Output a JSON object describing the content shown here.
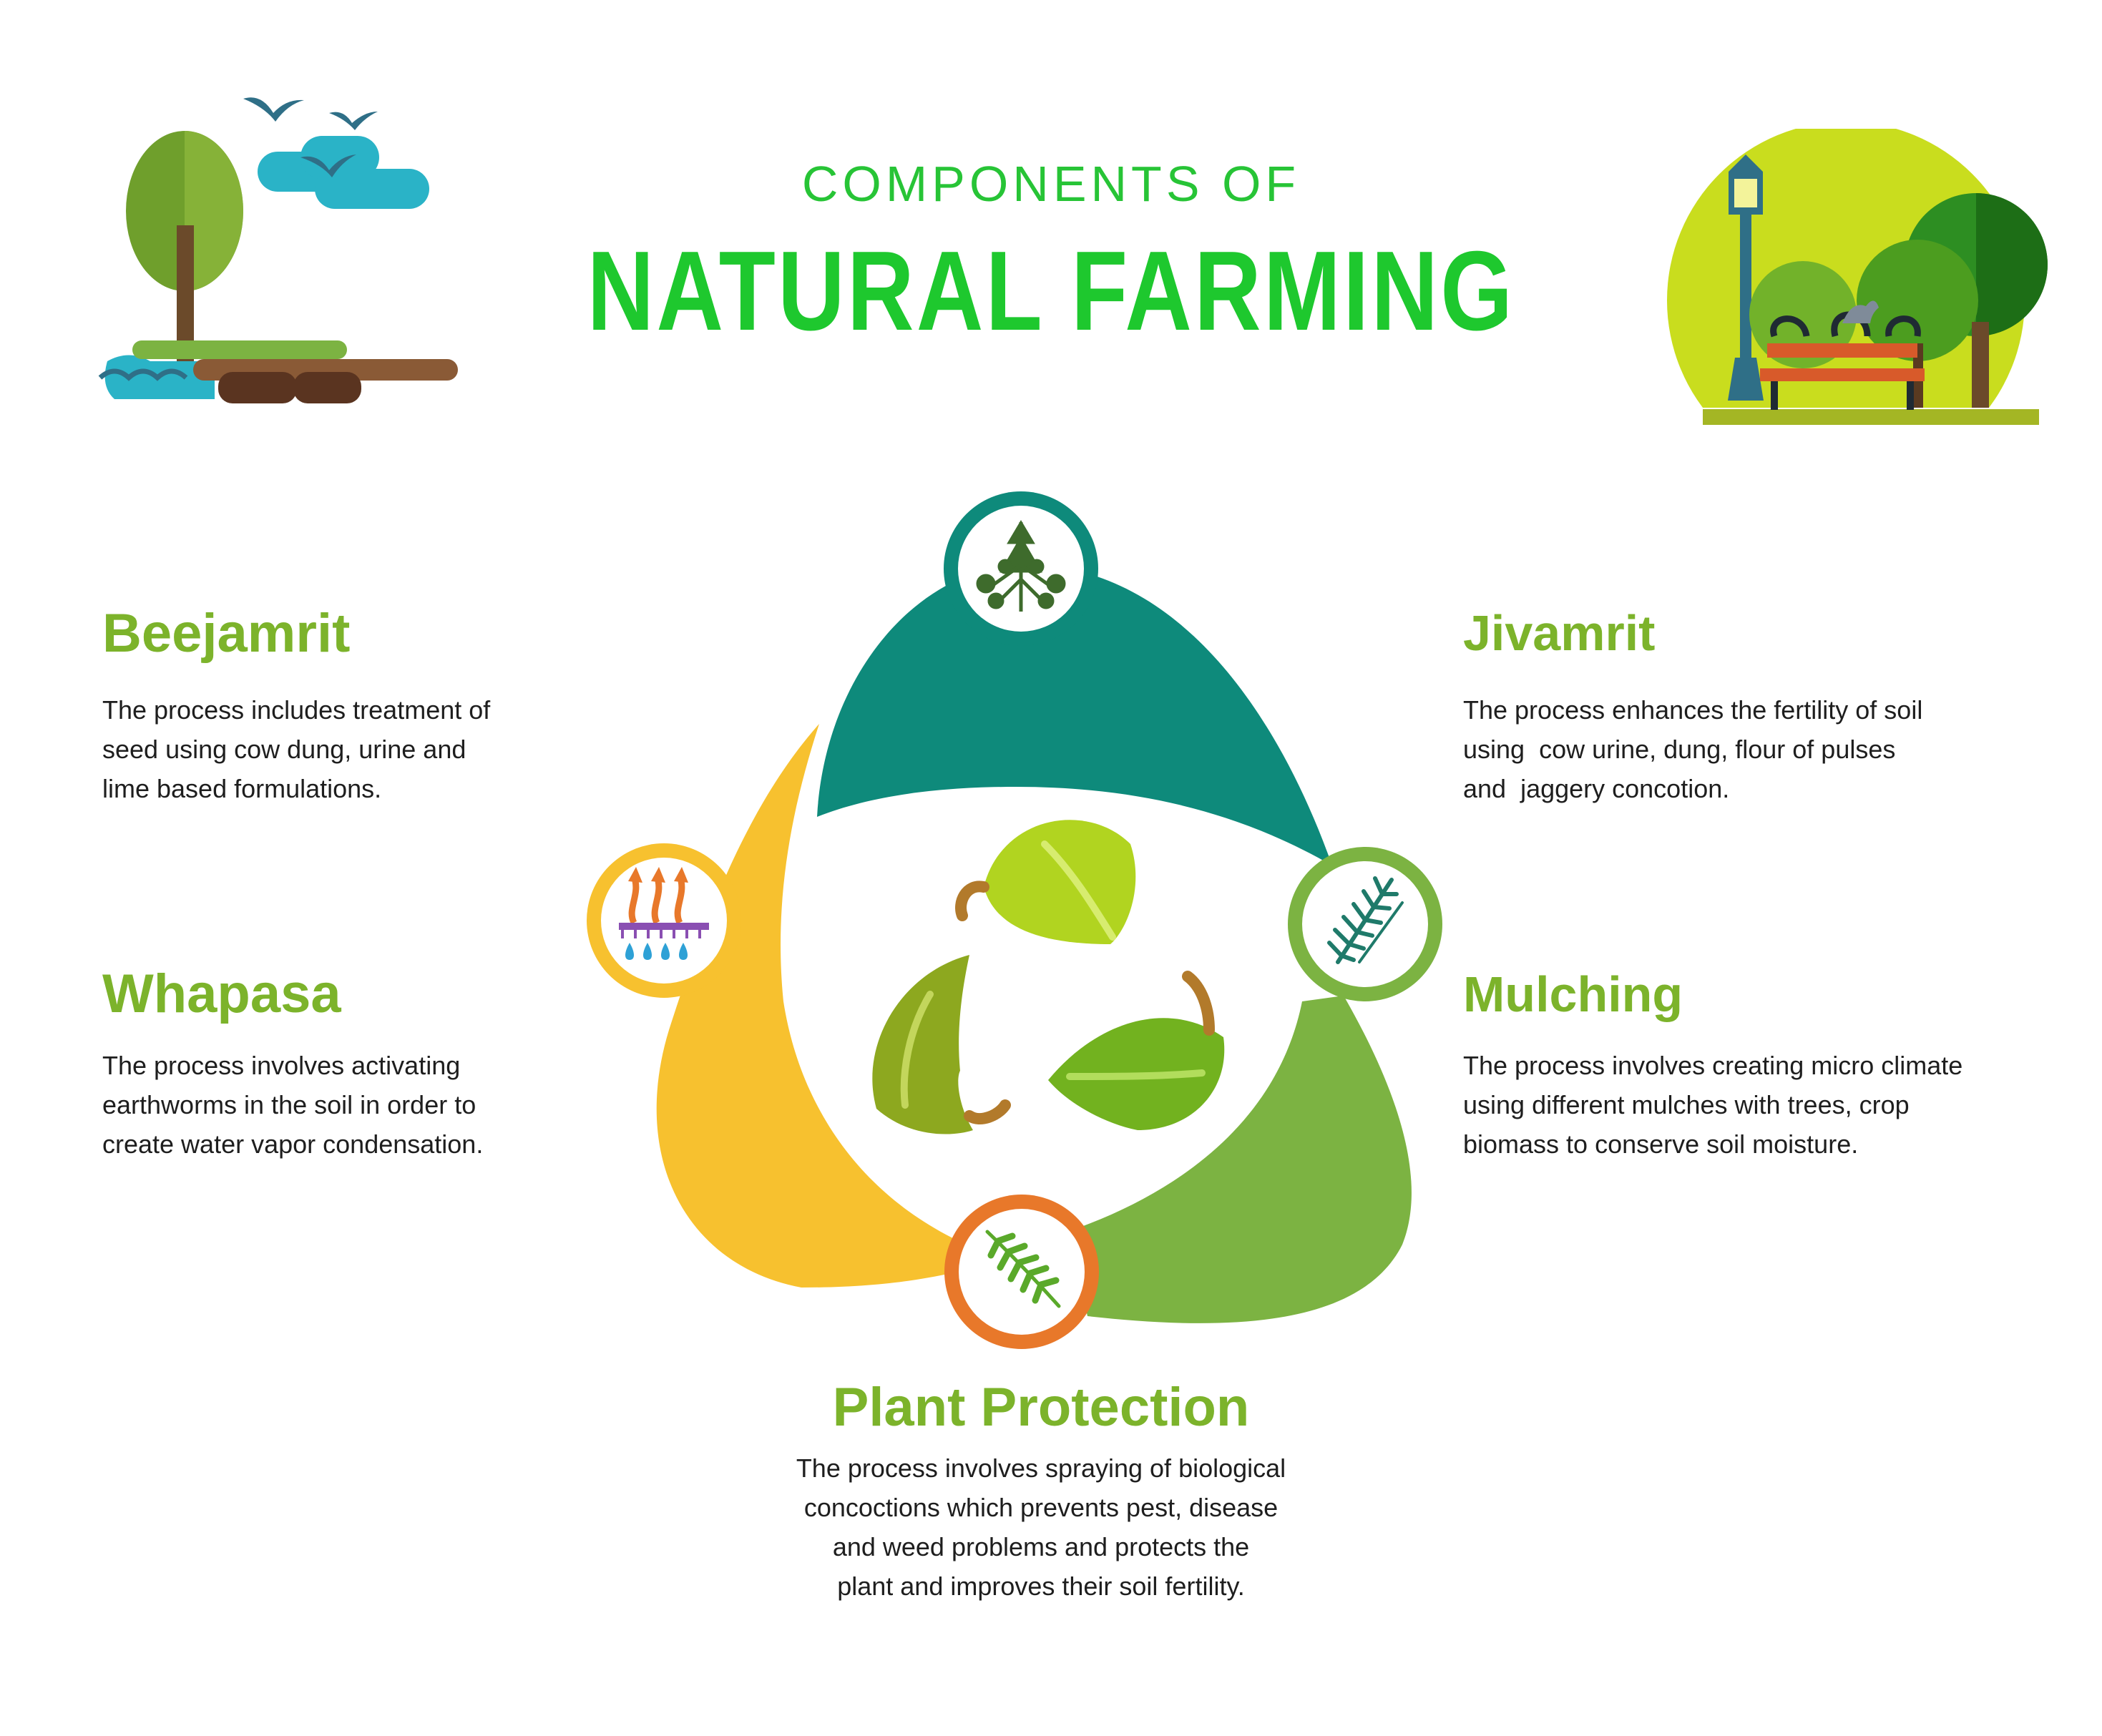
{
  "header": {
    "kicker": "COMPONENTS OF",
    "title": "NATURAL FARMING"
  },
  "components": [
    {
      "heading": "Beejamrit",
      "description": "The process includes treatment of seed using cow dung, urine and lime based formulations.",
      "lines": [
        "The process includes treatment of",
        "seed using cow dung, urine and",
        "lime based formulations."
      ],
      "icon": "plant-sprig-icon",
      "color": "#0e8a7b"
    },
    {
      "heading": "Jivamrit",
      "description": "The process enhances the fertility of soil using cow urine, dung, flour of pulses and jaggery concotion.",
      "lines": [
        "The process enhances the fertility of soil",
        "using  cow urine, dung, flour of pulses",
        "and  jaggery concotion."
      ],
      "icon": "herb-icon",
      "color": "#7cb342"
    },
    {
      "heading": "Whapasa",
      "description": "The process involves activating earthworms in the soil in order to create water vapor condensation.",
      "lines": [
        "The process involves activating",
        "earthworms in the soil in order to",
        "create water vapor condensation."
      ],
      "icon": "vapor-condensation-icon",
      "color": "#f7c12f"
    },
    {
      "heading": "Mulching",
      "description": "The process involves creating micro climate using different mulches with trees, crop biomass to conserve soil moisture.",
      "lines": [
        "The process involves creating micro climate",
        "using different mulches with trees, crop",
        "biomass to conserve soil moisture."
      ],
      "icon": "herb-icon",
      "color": "#7cb342"
    },
    {
      "heading": "Plant Protection",
      "description": "The process involves spraying of biological concoctions which prevents pest, disease and weed problems and protects the plant and improves their soil fertility.",
      "lines": [
        "The process involves spraying of biological",
        "concoctions which prevents pest, disease",
        "and weed problems and protects the",
        "plant and improves their soil fertility."
      ],
      "icon": "fern-icon",
      "color": "#e8782a"
    }
  ],
  "decor": {
    "left_illustration": "tree-island-with-birds-illustration",
    "right_illustration": "park-bench-lamp-trees-illustration",
    "center_icon": "recycle-leaves-icon"
  },
  "colors": {
    "title_green": "#1ec82e",
    "heading_green": "#7cb32b",
    "teal": "#0e8a7b",
    "light_green": "#7cb342",
    "yellow": "#f7c12f",
    "orange": "#e8782a"
  }
}
